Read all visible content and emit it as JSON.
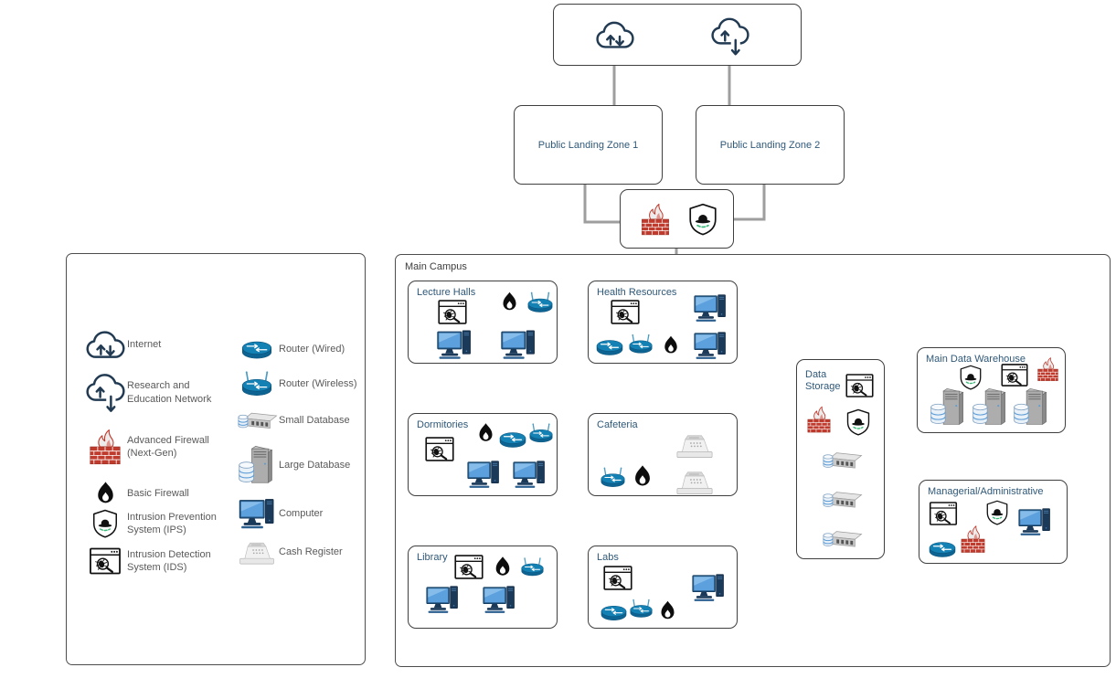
{
  "diagram_type": "campus-network-topology",
  "external_network": {
    "icons": [
      "internet-cloud-icon",
      "research-education-cloud-icon"
    ]
  },
  "nodes": {
    "public_landing_zone_1": {
      "title": "Public Landing Zone 1"
    },
    "public_landing_zone_2": {
      "title": "Public Landing Zone 2"
    },
    "perimeter_security": {
      "icons": [
        "advanced-firewall-icon",
        "ips-shield-icon"
      ]
    },
    "main_campus": {
      "title": "Main Campus",
      "subnets": {
        "lecture_halls": {
          "title": "Lecture Halls",
          "icons": [
            "ids-window-icon",
            "basic-firewall-icon",
            "router-wireless-icon",
            "computer-icon",
            "computer-icon"
          ]
        },
        "health_resources": {
          "title": "Health Resources",
          "icons": [
            "ids-window-icon",
            "computer-icon",
            "router-wired-icon",
            "router-wireless-icon",
            "basic-firewall-icon",
            "computer-icon"
          ]
        },
        "dormitories": {
          "title": "Dormitories",
          "icons": [
            "ids-window-icon",
            "basic-firewall-icon",
            "router-wired-icon",
            "router-wireless-icon",
            "computer-icon",
            "computer-icon"
          ]
        },
        "cafeteria": {
          "title": "Cafeteria",
          "icons": [
            "router-wireless-icon",
            "basic-firewall-icon",
            "cash-register-icon",
            "cash-register-icon"
          ]
        },
        "library": {
          "title": "Library",
          "icons": [
            "ids-window-icon",
            "basic-firewall-icon",
            "router-wireless-icon",
            "computer-icon",
            "computer-icon"
          ]
        },
        "labs": {
          "title": "Labs",
          "icons": [
            "ids-window-icon",
            "computer-icon",
            "router-wired-icon",
            "router-wireless-icon",
            "basic-firewall-icon"
          ]
        },
        "data_storage": {
          "title": "Data Storage",
          "icons": [
            "ids-window-icon",
            "advanced-firewall-icon",
            "ips-shield-icon",
            "small-database-icon",
            "small-database-icon",
            "small-database-icon"
          ]
        },
        "main_data_warehouse": {
          "title": "Main Data Warehouse",
          "icons": [
            "ips-shield-icon",
            "ids-window-icon",
            "advanced-firewall-icon",
            "large-database-icon",
            "large-database-icon",
            "large-database-icon"
          ]
        },
        "managerial_administrative": {
          "title": "Managerial/Administrative",
          "icons": [
            "ids-window-icon",
            "ips-shield-icon",
            "computer-icon",
            "router-wired-icon",
            "advanced-firewall-icon"
          ]
        }
      }
    }
  },
  "legend": {
    "items": [
      {
        "icon": "internet-cloud-icon",
        "label": "Internet"
      },
      {
        "icon": "research-education-cloud-icon",
        "label": "Research and Education Network"
      },
      {
        "icon": "advanced-firewall-icon",
        "label": "Advanced Firewall (Next-Gen)"
      },
      {
        "icon": "basic-firewall-icon",
        "label": "Basic Firewall"
      },
      {
        "icon": "ips-shield-icon",
        "label": "Intrusion Prevention System (IPS)"
      },
      {
        "icon": "ids-window-icon",
        "label": "Intrusion Detection System (IDS)"
      },
      {
        "icon": "router-wired-icon",
        "label": "Router (Wired)"
      },
      {
        "icon": "router-wireless-icon",
        "label": "Router (Wireless)"
      },
      {
        "icon": "small-database-icon",
        "label": "Small Database"
      },
      {
        "icon": "large-database-icon",
        "label": "Large Database"
      },
      {
        "icon": "computer-icon",
        "label": "Computer"
      },
      {
        "icon": "cash-register-icon",
        "label": "Cash Register"
      }
    ]
  },
  "connections": [
    {
      "from": "internet-cloud",
      "to": "public-landing-zone-1"
    },
    {
      "from": "research-education-cloud",
      "to": "public-landing-zone-2"
    },
    {
      "from": "public-landing-zone-1",
      "to": "perimeter-security"
    },
    {
      "from": "public-landing-zone-2",
      "to": "perimeter-security"
    },
    {
      "from": "perimeter-security",
      "to": "main-campus"
    },
    {
      "from": "health-resources",
      "to": "data-storage"
    },
    {
      "from": "cafeteria",
      "to": "data-storage"
    },
    {
      "from": "library",
      "to": "data-storage"
    },
    {
      "from": "labs",
      "to": "data-storage"
    },
    {
      "from": "data-storage",
      "to": "main-data-warehouse"
    },
    {
      "from": "data-storage",
      "to": "managerial-administrative"
    },
    {
      "from": "main-data-warehouse",
      "to": "managerial-administrative"
    }
  ],
  "colors": {
    "connector": "#9E9E9E",
    "node_title": "#2F5878",
    "legend_text": "#595959",
    "router_blue": "#1481B4",
    "brick_red": "#BF3B2D",
    "monitor_blue": "#5DA0DE",
    "ips_green": "#3CB878",
    "cloud_outline": "#223B53"
  }
}
